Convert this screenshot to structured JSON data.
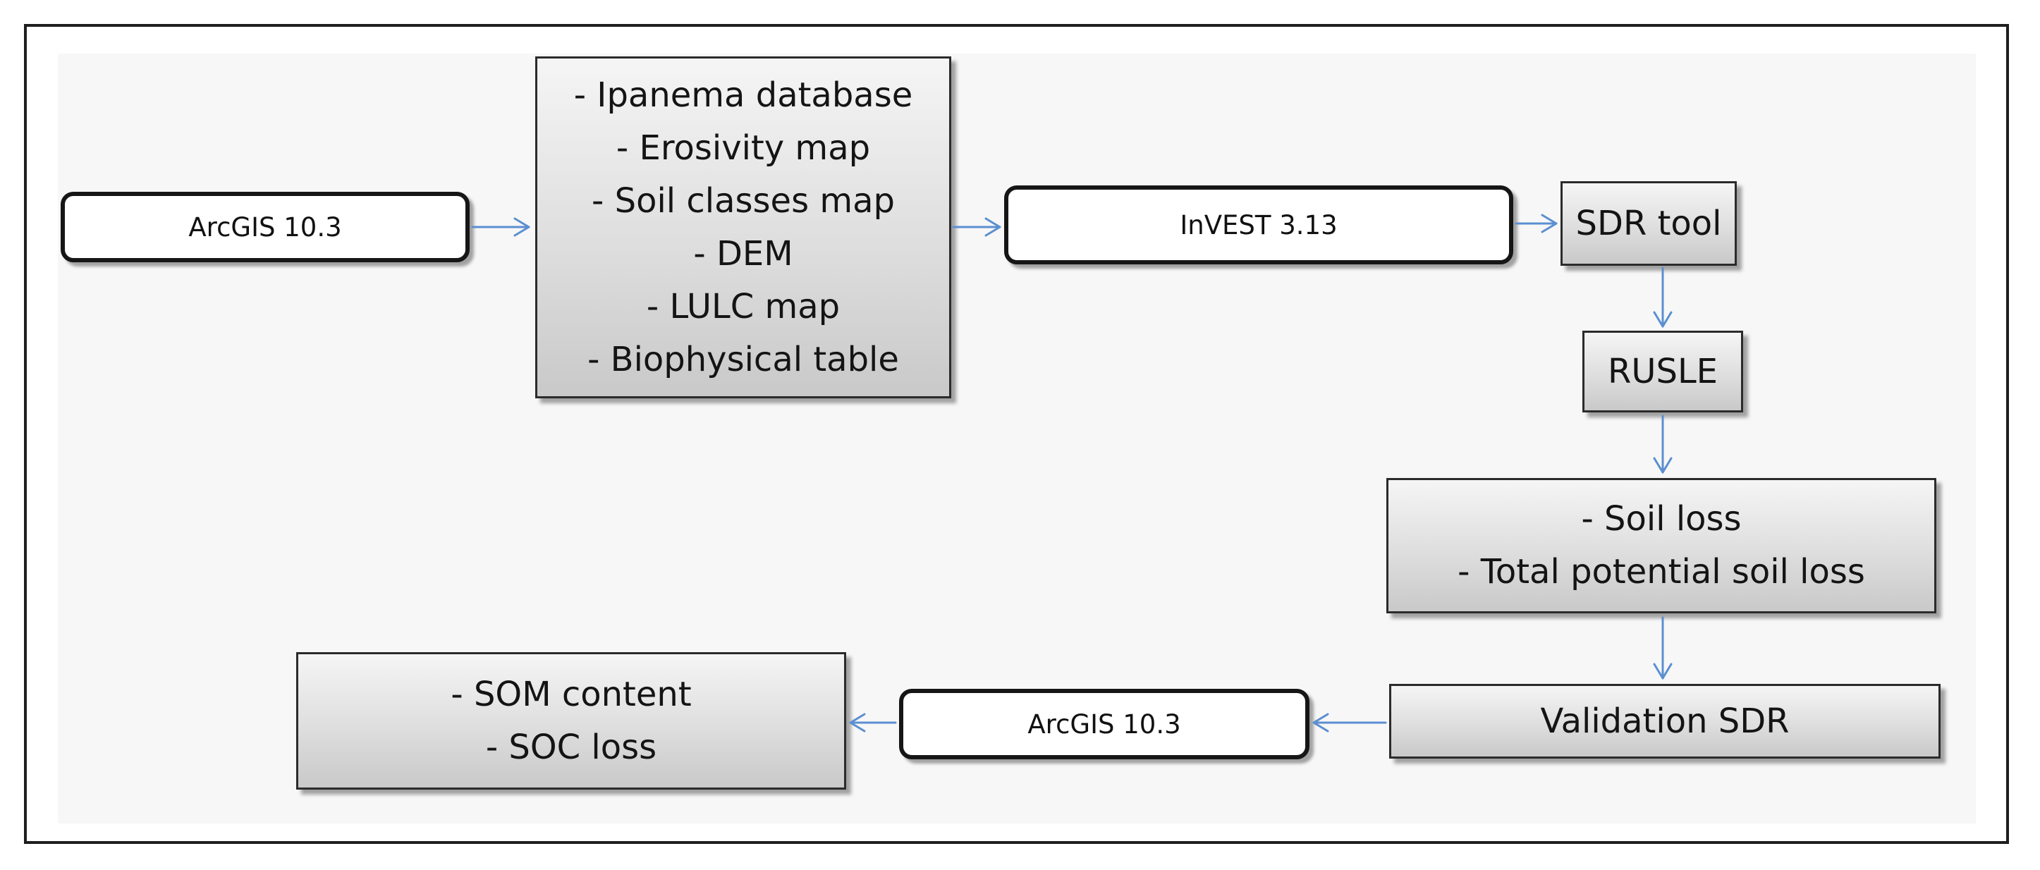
{
  "nodes": {
    "arcgis_top": "ArcGIS 10.3",
    "inputs": [
      "- Ipanema database",
      "- Erosivity map",
      "- Soil classes map",
      "- DEM",
      "- LULC map",
      "- Biophysical table"
    ],
    "invest": "InVEST 3.13",
    "sdr_tool": "SDR tool",
    "rusle": "RUSLE",
    "soil_loss": [
      "- Soil loss",
      "- Total potential soil loss"
    ],
    "validation": "Validation SDR",
    "arcgis_bottom": "ArcGIS 10.3",
    "som_outputs": [
      "- SOM content",
      "- SOC loss"
    ]
  },
  "colors": {
    "arrow": "#5b8fd0",
    "box_border": "#2b2b2b",
    "rounded_border": "#161616",
    "canvas": "#f7f7f7"
  }
}
